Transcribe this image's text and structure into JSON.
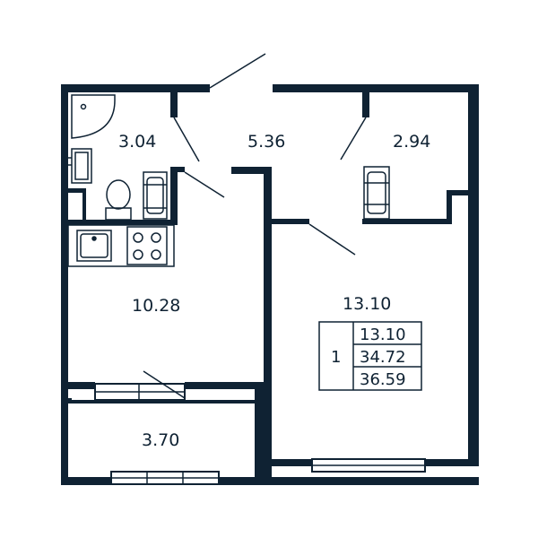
{
  "colors": {
    "wall": "#0f2233",
    "fixture": "#0f2233",
    "background": "#ffffff"
  },
  "rooms": [
    {
      "id": "bathroom",
      "label": "3.04"
    },
    {
      "id": "hallway",
      "label": "5.36"
    },
    {
      "id": "wardrobe",
      "label": "2.94"
    },
    {
      "id": "kitchen",
      "label": "10.28"
    },
    {
      "id": "living-room",
      "label": "13.10"
    },
    {
      "id": "balcony",
      "label": "3.70"
    }
  ],
  "summary": {
    "rooms_count": "1",
    "living_area": "13.10",
    "total_area": "34.72",
    "total_area_with_balcony": "36.59"
  },
  "icons": [
    "shower-icon",
    "sink-icon",
    "toilet-icon",
    "washing-machine-icon",
    "kitchen-sink-icon",
    "stove-icon",
    "radiator-icon",
    "door-swing-icon",
    "window-icon"
  ]
}
